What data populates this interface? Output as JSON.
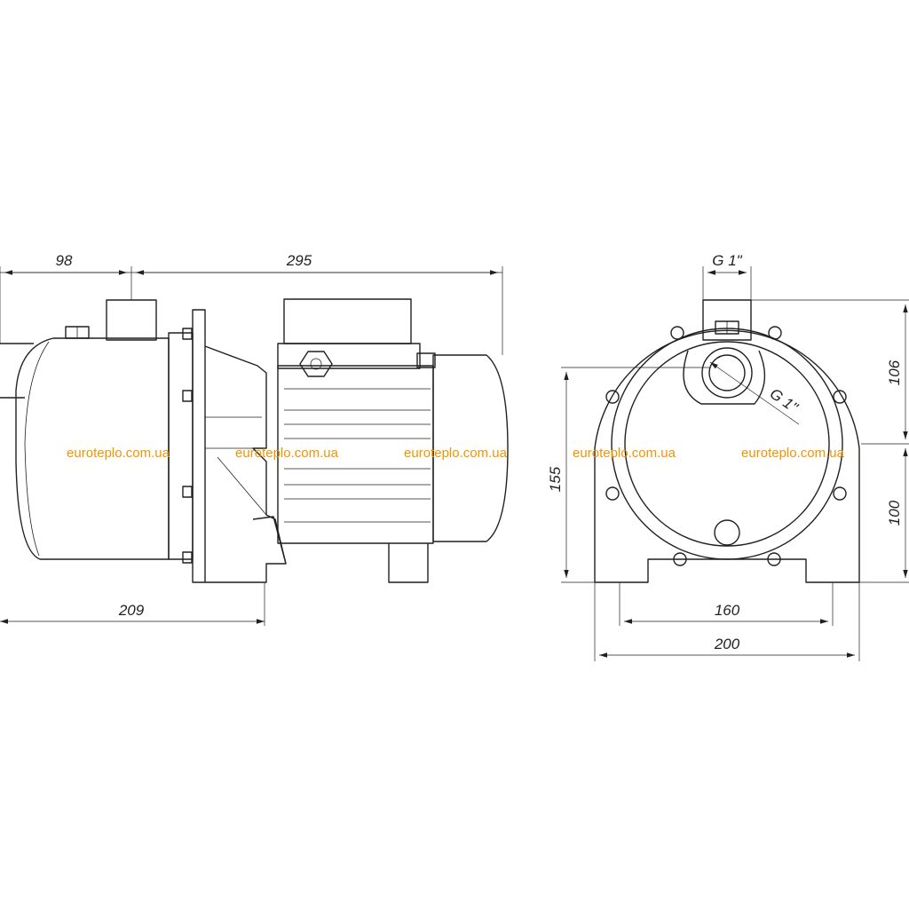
{
  "side_view": {
    "dimensions": {
      "inlet_offset": "98",
      "overall_length": "295",
      "base_length": "209"
    }
  },
  "front_view": {
    "dimensions": {
      "outlet_thread": "G 1\"",
      "inlet_thread": "G 1\"",
      "outlet_height": "106",
      "total_height": "155",
      "axis_height": "100",
      "foot_spacing": "160",
      "overall_width": "200"
    }
  },
  "watermarks": [
    "euroteplo.com.ua",
    "euroteplo.com.ua",
    "euroteplo.com.ua",
    "euroteplo.com.ua",
    "euroteplo.com.ua"
  ],
  "colors": {
    "line": "#231f20",
    "watermark": "#f29400",
    "background": "#ffffff"
  }
}
